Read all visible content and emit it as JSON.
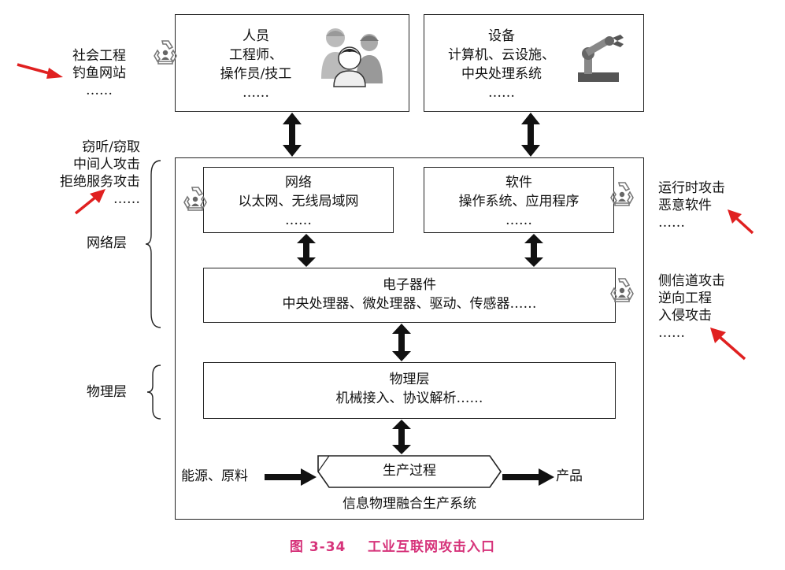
{
  "top_boxes": {
    "people": {
      "title": "人员",
      "line1": "工程师、",
      "line2": "操作员/技工",
      "line3": "……",
      "icon": "workers-icon"
    },
    "equipment": {
      "title": "设备",
      "line1": "计算机、云设施、",
      "line2": "中央处理系统",
      "line3": "……",
      "icon": "robot-arm-icon"
    }
  },
  "network": {
    "title": "网络",
    "line1": "以太网、无线局域网",
    "line2": "……"
  },
  "software": {
    "title": "软件",
    "line1": "操作系统、应用程序",
    "line2": "……"
  },
  "electronics": {
    "title": "电子器件",
    "line1": "中央处理器、微处理器、驱动、传感器……"
  },
  "physical": {
    "title": "物理层",
    "line1": "机械接入、协议解析……"
  },
  "process": {
    "label": "生产过程",
    "input": "能源、原料",
    "output": "产品"
  },
  "system_label": "信息物理融合生产系统",
  "layers": {
    "network_layer": "网络层",
    "physical_layer": "物理层"
  },
  "attacks": {
    "social": [
      "社会工程",
      "钓鱼网站",
      "……"
    ],
    "network": [
      "窃听/窃取",
      "中间人攻击",
      "拒绝服务攻击",
      "……"
    ],
    "runtime": [
      "运行时攻击",
      "恶意软件",
      "……"
    ],
    "sidechannel": [
      "侧信道攻击",
      "逆向工程",
      "入侵攻击",
      "……"
    ]
  },
  "caption": "图 3-34    工业互联网攻击入口",
  "colors": {
    "arrow_red": "#e02020",
    "caption": "#d6337a",
    "icon_gray": "#888888"
  }
}
